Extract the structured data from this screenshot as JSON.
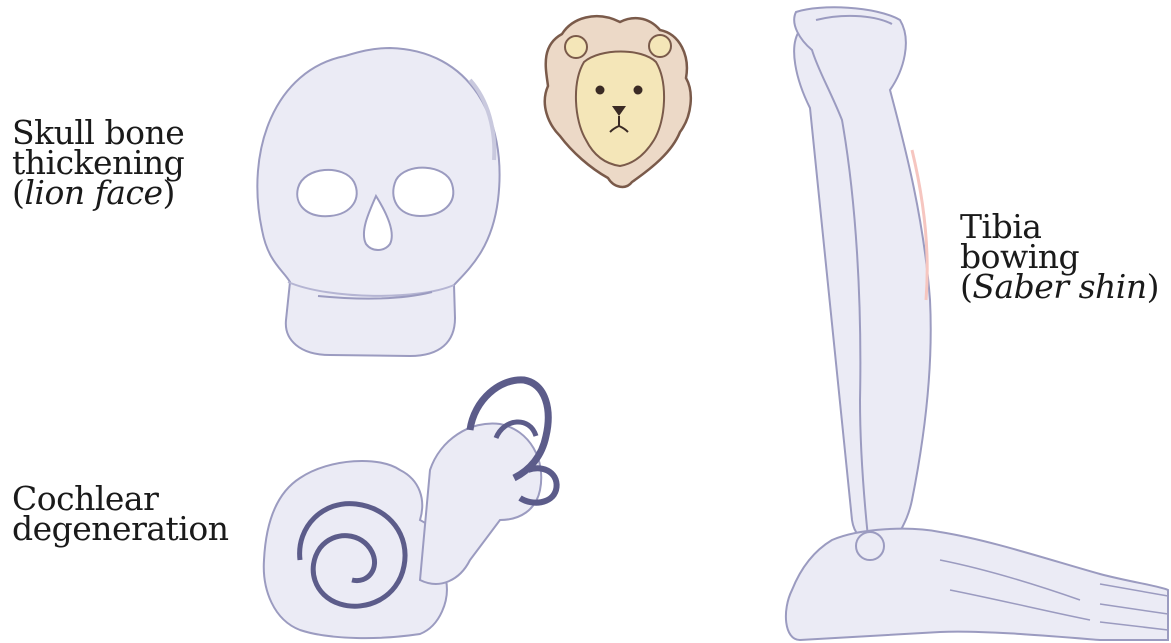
{
  "labels": {
    "skull": {
      "line1": "Skull bone",
      "line2": "thickening",
      "line3_open": "(",
      "line3_italic": "lion face",
      "line3_close": ")"
    },
    "tibia": {
      "line1": "Tibia",
      "line2": "bowing",
      "line3_open": "(",
      "line3_italic": "Saber shin",
      "line3_close": ")"
    },
    "cochlea": {
      "line1": "Cochlear",
      "line2": "degeneration"
    }
  },
  "colors": {
    "bone_fill": "#ebebf5",
    "bone_stroke": "#9b9bc0",
    "cochlea_stroke": "#5c5c8a",
    "lion_mane": "#ecd9c7",
    "lion_face": "#f4e6b8",
    "lion_stroke": "#7a5a4a",
    "inflammation": "#f6c6c0"
  },
  "icons": [
    "skull-icon",
    "lion-face-icon",
    "leg-bones-icon",
    "inner-ear-icon"
  ]
}
